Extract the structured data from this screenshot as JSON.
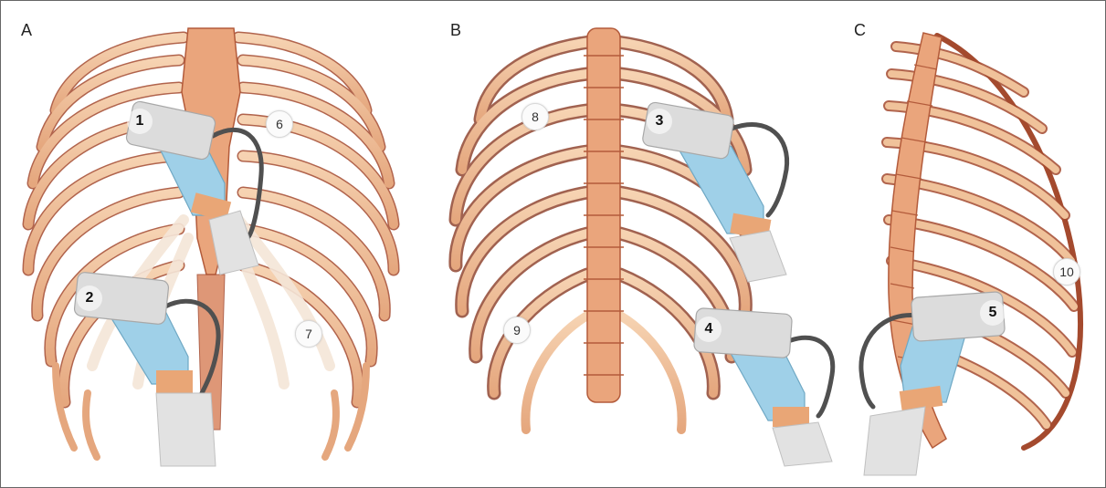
{
  "panels": [
    {
      "letter": "A"
    },
    {
      "letter": "B"
    },
    {
      "letter": "C"
    }
  ],
  "probe_labels": [
    "1",
    "2",
    "3",
    "4",
    "5"
  ],
  "region_labels": [
    "6",
    "7",
    "8",
    "9",
    "10"
  ],
  "colors": {
    "rib": "#f0c29a",
    "rib_edge": "#c0684a",
    "rib_shadow": "#8a3c25",
    "spine": "#e8a37a",
    "cartilage": "#f3e4d6",
    "glove": "#9fd0e8",
    "sleeve": "#e0e0e0",
    "probe": "#dcdcdc",
    "cable": "#555555"
  }
}
